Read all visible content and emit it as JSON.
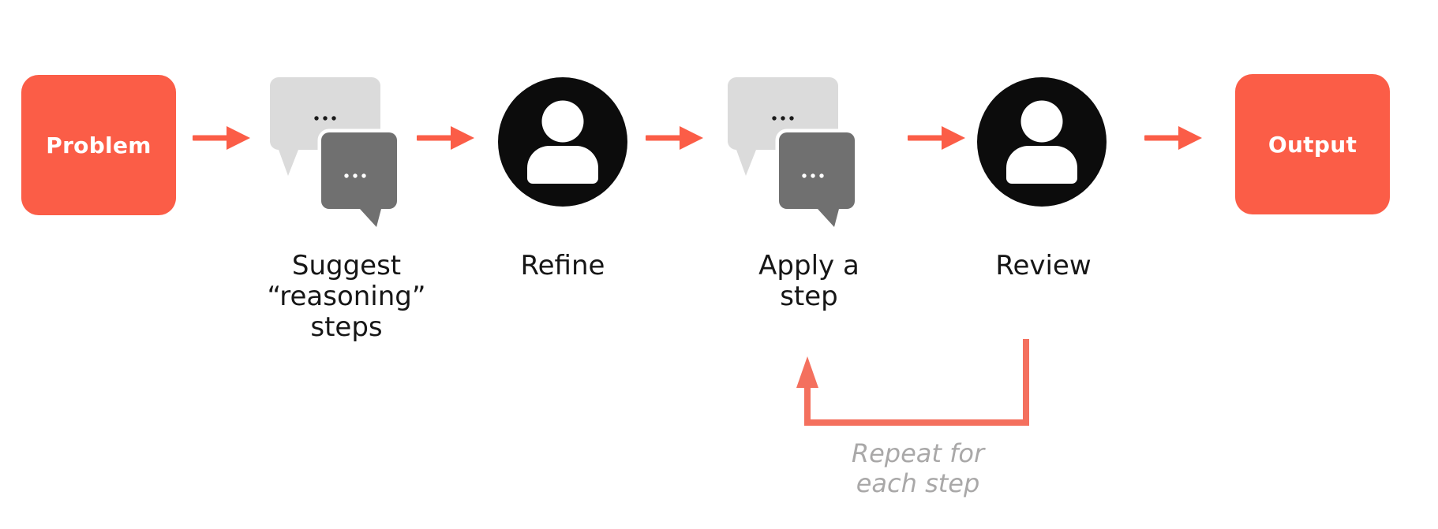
{
  "background": "#FFFFFF",
  "palette": {
    "accent_orange": "#FB5D47",
    "loop_orange": "#F4705E",
    "bubble_light_gray": "#DBDBDB",
    "bubble_dark_gray": "#707070",
    "icon_black": "#0C0C0C",
    "label_text": "#161616",
    "caption_gray": "#A9A8A8",
    "box_text_color": "#FFFFFF"
  },
  "flow": {
    "problem": {
      "label": "Problem"
    },
    "suggest": {
      "icon": "chat-bubbles-icon",
      "bubble_ellipsis": "...",
      "lines": [
        "Suggest",
        "“reasoning”",
        "steps"
      ]
    },
    "refine": {
      "icon": "person-icon",
      "label": "Refine"
    },
    "apply": {
      "icon": "chat-bubbles-icon",
      "bubble_ellipsis": "...",
      "lines": [
        "Apply a",
        "step"
      ]
    },
    "review": {
      "icon": "person-icon",
      "label": "Review"
    },
    "output": {
      "label": "Output"
    }
  },
  "loop": {
    "caption_lines": [
      "Repeat for",
      "each step"
    ]
  }
}
